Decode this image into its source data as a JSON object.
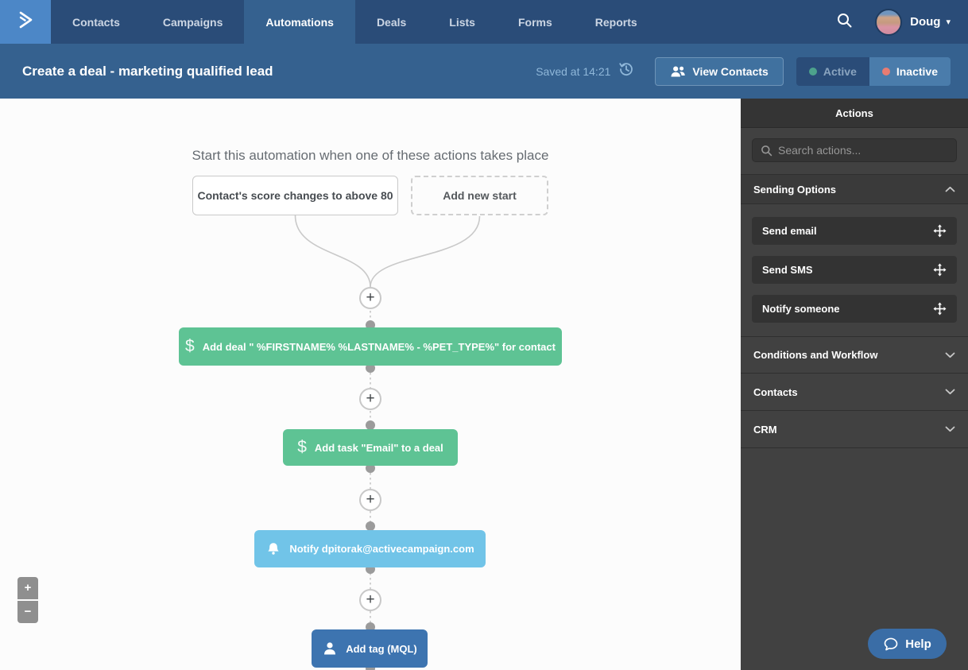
{
  "glyphs": {
    "plus": "+",
    "minus": "−",
    "caret_down": "▾"
  },
  "nav": {
    "items": [
      {
        "label": "Contacts"
      },
      {
        "label": "Campaigns"
      },
      {
        "label": "Automations"
      },
      {
        "label": "Deals"
      },
      {
        "label": "Lists"
      },
      {
        "label": "Forms"
      },
      {
        "label": "Reports"
      }
    ],
    "active_item": "Automations",
    "user_name": "Doug"
  },
  "header": {
    "title": "Create a deal - marketing qualified lead",
    "saved_status": "Saved at 14:21",
    "view_contacts_label": "View Contacts",
    "toggle": {
      "active_label": "Active",
      "inactive_label": "Inactive",
      "active_dot_color": "#4da28c",
      "inactive_dot_color": "#e87c72"
    }
  },
  "canvas": {
    "start_heading": "Start this automation when one of these actions takes place",
    "start_trigger_label": "Contact's score changes to above 80",
    "add_new_start_label": "Add new start",
    "nodes": [
      {
        "label": "Add deal \" %FIRSTNAME% %LASTNAME% - %PET_TYPE%\" for contact",
        "icon": "dollar-icon",
        "color": "#5ec394"
      },
      {
        "label": "Add task \"Email\" to a deal",
        "icon": "dollar-icon",
        "color": "#5ec394"
      },
      {
        "label": "Notify dpitorak@activecampaign.com",
        "icon": "bell-icon",
        "color": "#71c4e8"
      },
      {
        "label": "Add tag (MQL)",
        "icon": "person-icon",
        "color": "#3d74b0"
      }
    ]
  },
  "sidebar": {
    "title": "Actions",
    "search_placeholder": "Search actions...",
    "sections": [
      {
        "label": "Sending Options",
        "expanded": true,
        "items": [
          {
            "label": "Send email"
          },
          {
            "label": "Send SMS"
          },
          {
            "label": "Notify someone"
          }
        ]
      },
      {
        "label": "Conditions and Workflow",
        "expanded": false
      },
      {
        "label": "Contacts",
        "expanded": false
      },
      {
        "label": "CRM",
        "expanded": false
      }
    ]
  },
  "help": {
    "label": "Help"
  }
}
